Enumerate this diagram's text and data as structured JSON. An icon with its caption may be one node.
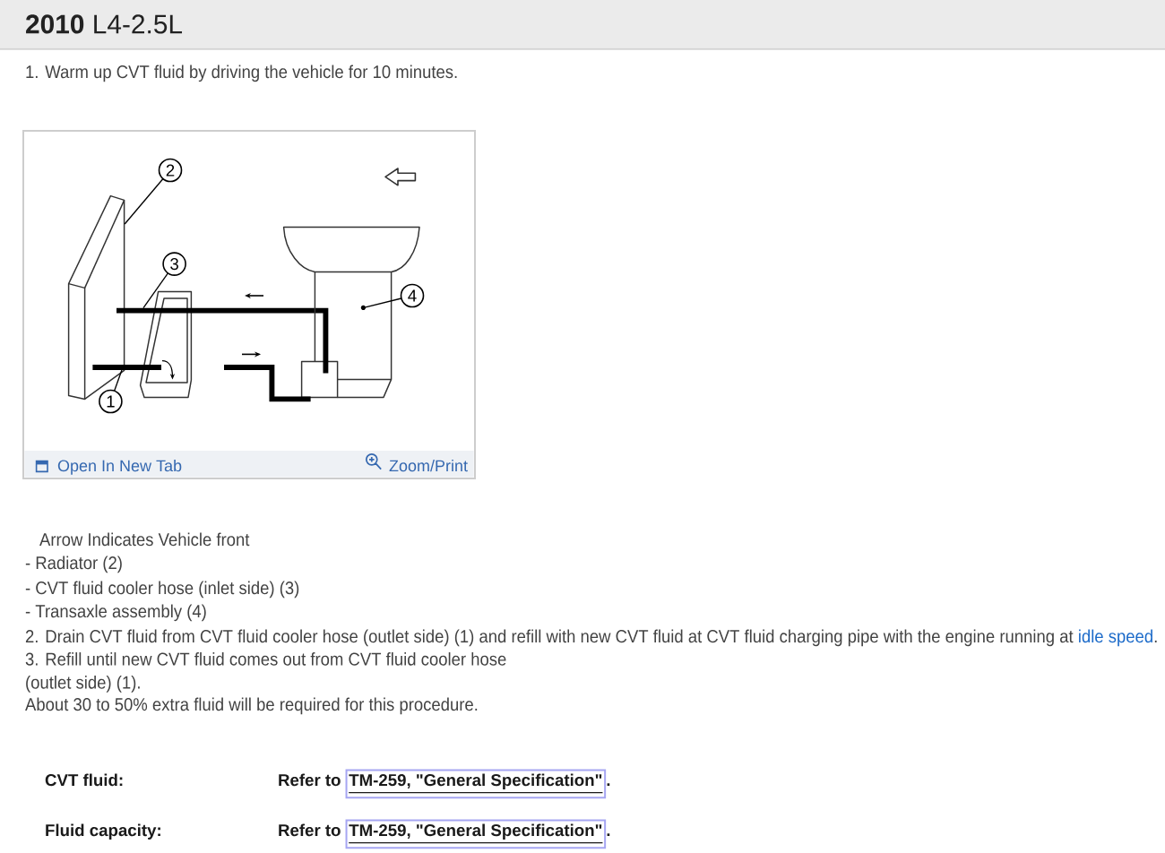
{
  "diagram": {
    "title": "**2010** L4-2.5L",
    "nodes": [
      {
        "text": [
          "Open In New Tab",
          "Zoom/Print"
        ]
      },
      {
        "text": [
          "2"
        ],
        "in": 0
      },
      {
        "text": [
          "3"
        ],
        "in": 0
      },
      {
        "text": [
          "4"
        ],
        "in": 0
      },
      {
        "text": [
          "1"
        ],
        "in": 0
      },
      {
        "text": [],
        "shape": "picture",
        "in": 0
      },
      {
        "text": [],
        "shape": "picture",
        "in": 0
      },
      {
        "text": [],
        "shape": "picture",
        "in": 0
      },
      {
        "text": [],
        "shape": "picture",
        "in": 0
      },
      {
        "text": [],
        "shape": "circle",
        "in": 7
      }
    ],
    "edges": [
      {
        "from": 1,
        "to": 5,
        "arrow": "none"
      },
      {
        "from": 2,
        "to": 6,
        "arrow": "none"
      },
      {
        "from": 3,
        "to": 9,
        "arrow": "none"
      },
      {
        "from": 4,
        "to": 8,
        "arrow": "none"
      }
    ],
    "labels": [
      "1. Warm up CVT fluid by driving the vehicle for 10 minutes.",
      "Arrow Indicates Vehicle front",
      "- Radiator (2)",
      "- CVT fluid cooler hose (inlet side) (3)",
      "- Transaxle assembly (4)",
      "2. Drain CVT fluid from CVT fluid cooler hose (outlet side) (1) and refill with new CVT fluid at CVT fluid charging pipe with the engine running at",
      "idle speed",
      ".",
      "3. Refill until new CVT fluid comes out from CVT fluid cooler hose (outlet side) (1).",
      "About 30 to 50% extra fluid will be required for this procedure.",
      "CVT fluid:",
      "Refer to",
      "TM-259, \"General Specification\"",
      ".",
      "Fluid capacity:",
      "Refer to",
      "TM-259, \"General Specification\"",
      "."
    ]
  }
}
